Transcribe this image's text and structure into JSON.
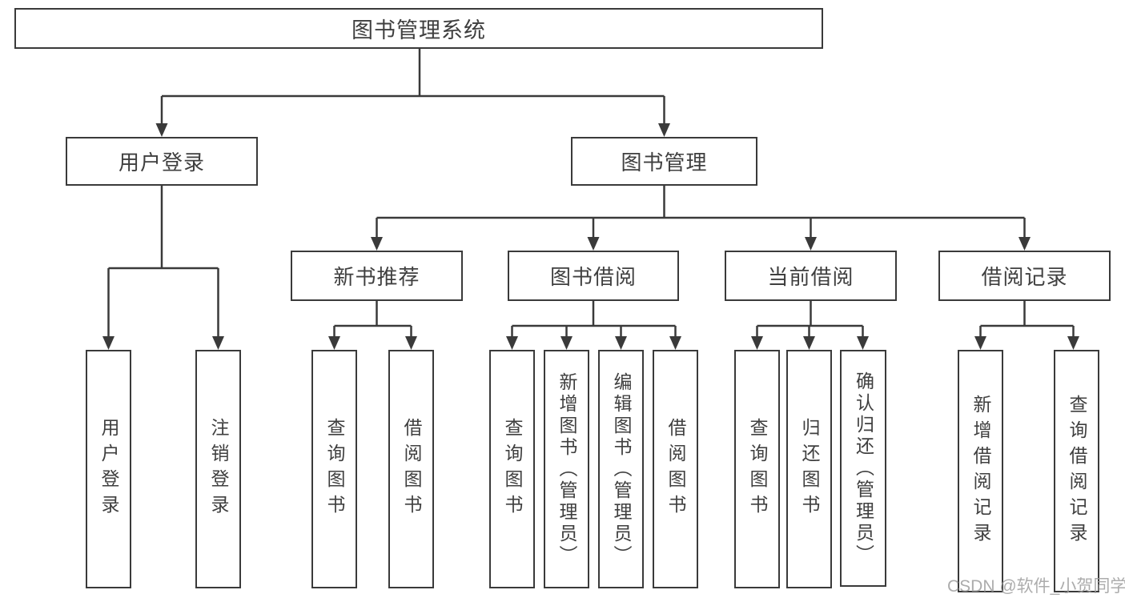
{
  "diagram": {
    "root": {
      "label": "图书管理系统",
      "children": [
        {
          "label": "用户登录",
          "children": [
            {
              "label": "用户登录"
            },
            {
              "label": "注销登录"
            }
          ]
        },
        {
          "label": "图书管理",
          "children": [
            {
              "label": "新书推荐",
              "children": [
                {
                  "label": "查询图书"
                },
                {
                  "label": "借阅图书"
                }
              ]
            },
            {
              "label": "图书借阅",
              "children": [
                {
                  "label": "查询图书"
                },
                {
                  "label": "新增图书（管理员）"
                },
                {
                  "label": "编辑图书（管理员）"
                },
                {
                  "label": "借阅图书"
                }
              ]
            },
            {
              "label": "当前借阅",
              "children": [
                {
                  "label": "查询图书"
                },
                {
                  "label": "归还图书"
                },
                {
                  "label": "确认归还（管理员）"
                }
              ]
            },
            {
              "label": "借阅记录",
              "children": [
                {
                  "label": "新增借阅记录"
                },
                {
                  "label": "查询借阅记录"
                }
              ]
            }
          ]
        }
      ]
    }
  },
  "colors": {
    "line": "#3a3a3a",
    "text": "#3f3f3f",
    "background": "#ffffff",
    "watermark": "#9e9e9e"
  },
  "watermark": "CSDN @软件_小贺同学"
}
